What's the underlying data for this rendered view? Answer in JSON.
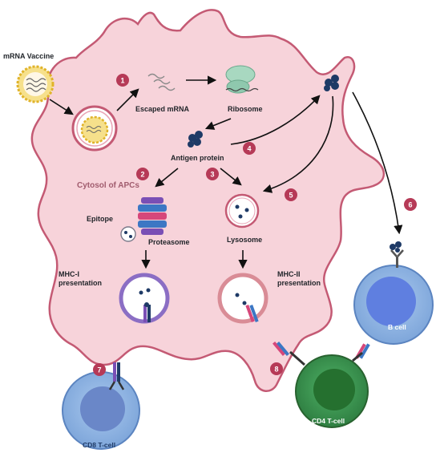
{
  "labels": {
    "mrna_vaccine": "mRNA Vaccine",
    "escaped_mrna": "Escaped mRNA",
    "ribosome": "Ribosome",
    "antigen_protein": "Antigen protein",
    "cytosol": "Cytosol of APCs",
    "epitope": "Epitope",
    "proteasome": "Proteasome",
    "lysosome": "Lysosome",
    "mhc1_line1": "MHC-I",
    "mhc1_line2": "presentation",
    "mhc2_line1": "MHC-II",
    "mhc2_line2": "presentation",
    "b_cell": "B cell",
    "cd4_t_cell": "CD4 T-cell",
    "cd8_t_cell": "CD8 T-cell"
  },
  "steps": [
    "1",
    "2",
    "3",
    "4",
    "5",
    "6",
    "7",
    "8"
  ],
  "colors": {
    "apc_fill": "#f7d3da",
    "apc_stroke": "#c45a74",
    "step_badge": "#b63a57",
    "antigen": "#1e3a66",
    "b_cell": "#8eb4e3",
    "cd8_cell": "#8eb4e3",
    "cd4_cell": "#3f9a55",
    "vaccine_shell": "#f1c232"
  }
}
